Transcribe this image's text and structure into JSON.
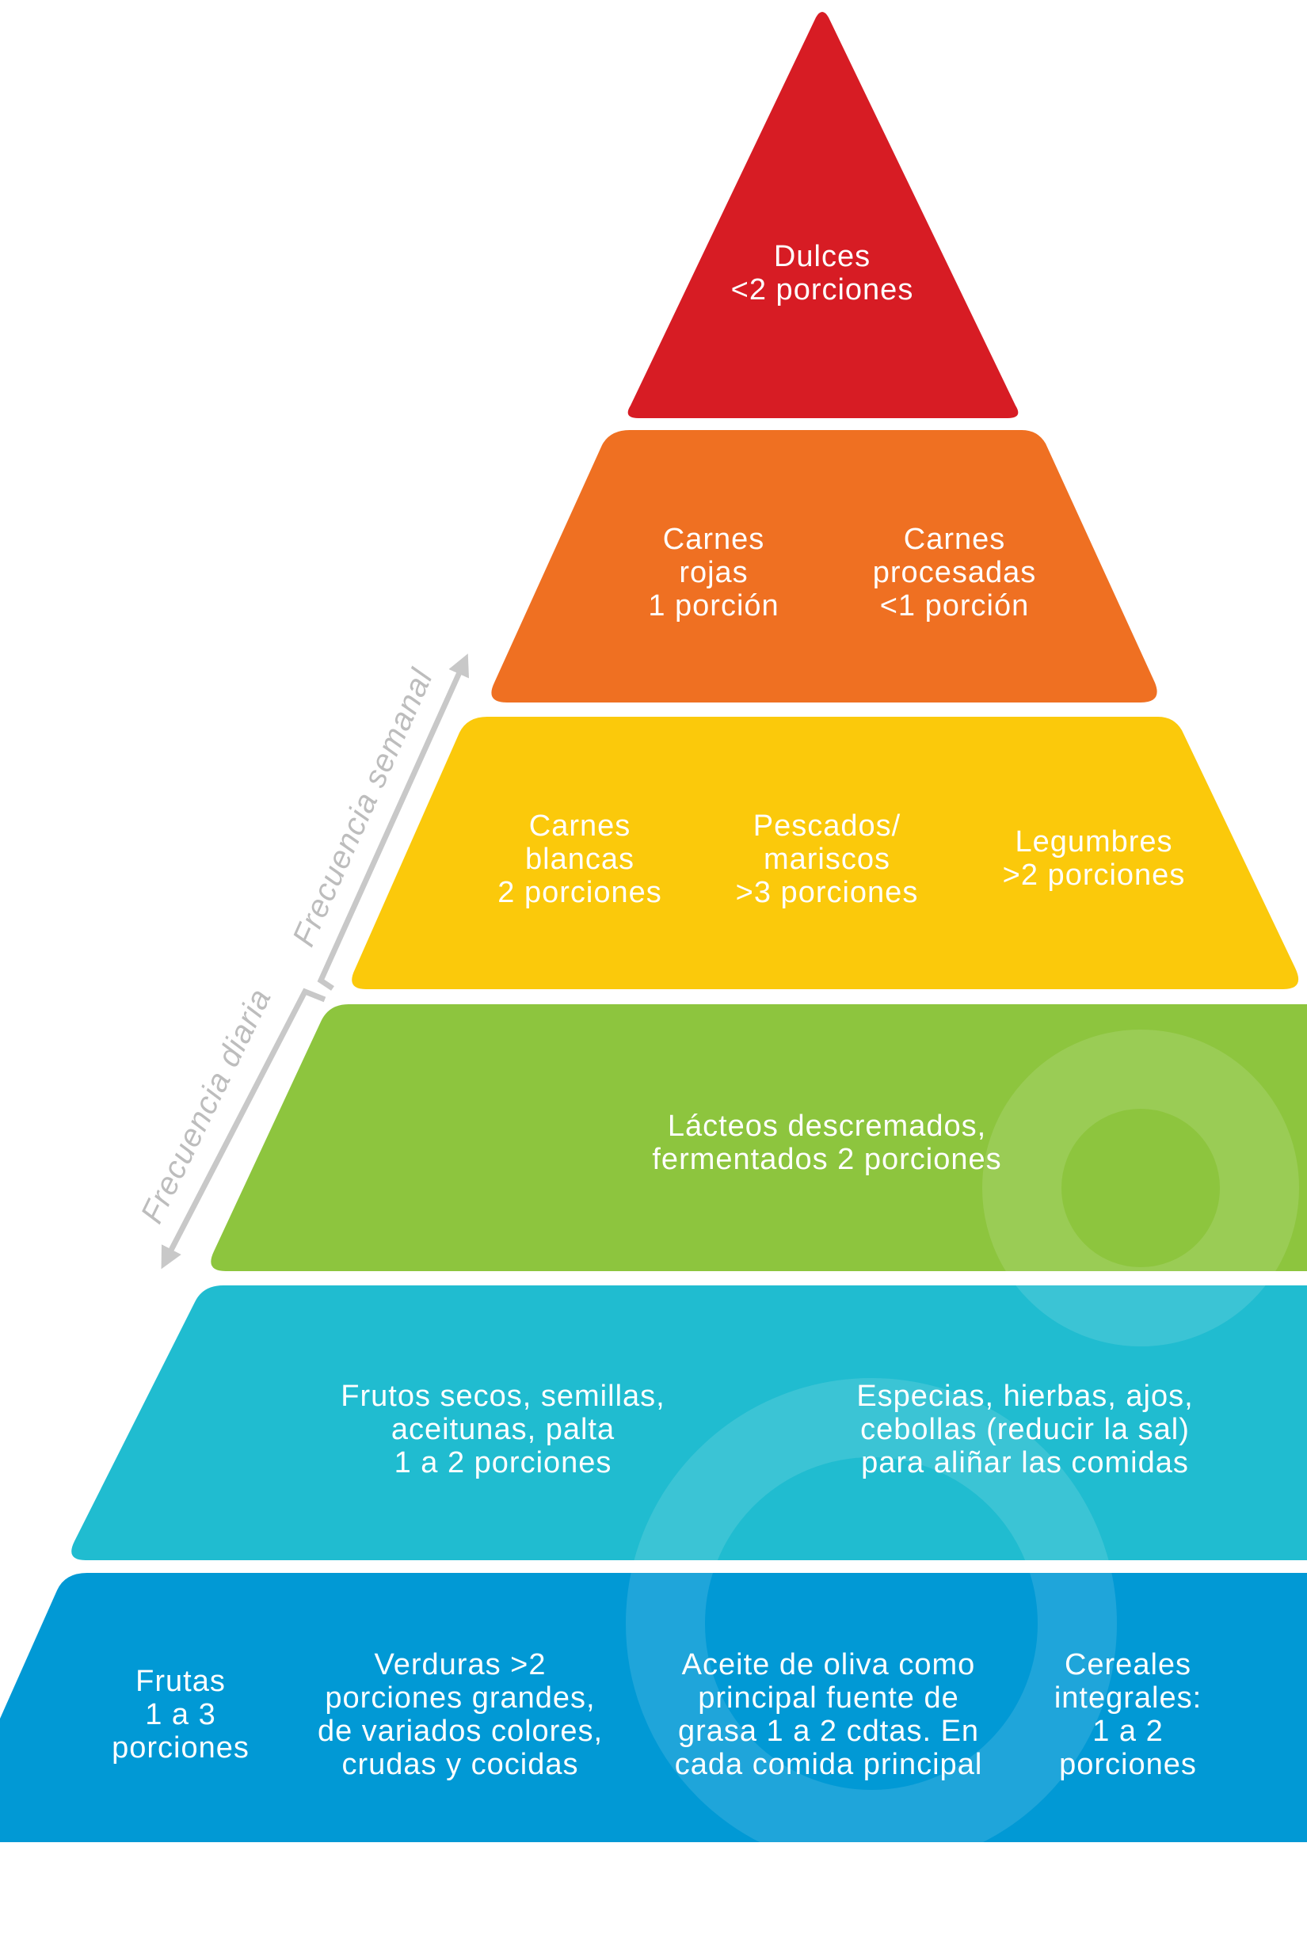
{
  "colors": {
    "red": "#d71c24",
    "orange": "#ef7022",
    "yellow": "#fbc90b",
    "green": "#8dc53e",
    "cyan": "#20bcd0",
    "blue": "#0199d5",
    "arrow": "#c8c8c8"
  },
  "side_labels": {
    "weekly": "Frecuencia semanal",
    "daily": "Frecuencia diaria"
  },
  "tiers": {
    "red": {
      "items": [
        {
          "lines": [
            "Dulces",
            "<2 porciones"
          ]
        }
      ]
    },
    "orange": {
      "items": [
        {
          "lines": [
            "Carnes",
            "rojas",
            "1 porción"
          ]
        },
        {
          "lines": [
            "Carnes",
            "procesadas",
            "<1 porción"
          ]
        }
      ]
    },
    "yellow": {
      "items": [
        {
          "lines": [
            "Carnes",
            "blancas",
            "2 porciones"
          ]
        },
        {
          "lines": [
            "Pescados/",
            "mariscos",
            ">3 porciones"
          ]
        },
        {
          "lines": [
            "Legumbres",
            ">2 porciones"
          ]
        }
      ]
    },
    "green": {
      "items": [
        {
          "lines": [
            "Lácteos descremados,",
            "fermentados 2 porciones"
          ]
        }
      ]
    },
    "cyan": {
      "items": [
        {
          "lines": [
            "Frutos secos, semillas,",
            "aceitunas, palta",
            "1 a 2 porciones"
          ]
        },
        {
          "lines": [
            "Especias, hierbas, ajos,",
            "cebollas (reducir la sal)",
            "para aliñar las comidas"
          ]
        }
      ]
    },
    "blue": {
      "items": [
        {
          "lines": [
            "Frutas",
            "1 a 3",
            "porciones"
          ]
        },
        {
          "lines": [
            "Verduras >2",
            "porciones grandes,",
            "de variados colores,",
            "crudas y cocidas"
          ]
        },
        {
          "lines": [
            "Aceite de oliva como",
            "principal fuente de",
            "grasa 1 a 2 cdtas. En",
            "cada comida principal"
          ]
        },
        {
          "lines": [
            "Cereales",
            "integrales:",
            "1 a 2",
            "porciones"
          ]
        }
      ]
    }
  }
}
